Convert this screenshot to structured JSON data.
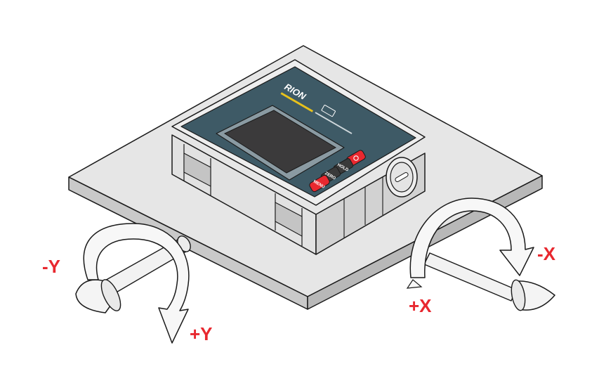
{
  "labels": {
    "neg_y": "-Y",
    "pos_y": "+Y",
    "pos_x": "+X",
    "neg_x": "-X"
  },
  "device": {
    "brand": "RION",
    "buttons": {
      "hold": "HOLD",
      "zero": "ZERO",
      "menu": "MENU"
    }
  },
  "colors": {
    "label": "#e8282f",
    "device_face": "#3e5a66",
    "screen": "#3b3a3b",
    "button_red": "#e8282f",
    "button_dark": "#3a3a3a"
  }
}
